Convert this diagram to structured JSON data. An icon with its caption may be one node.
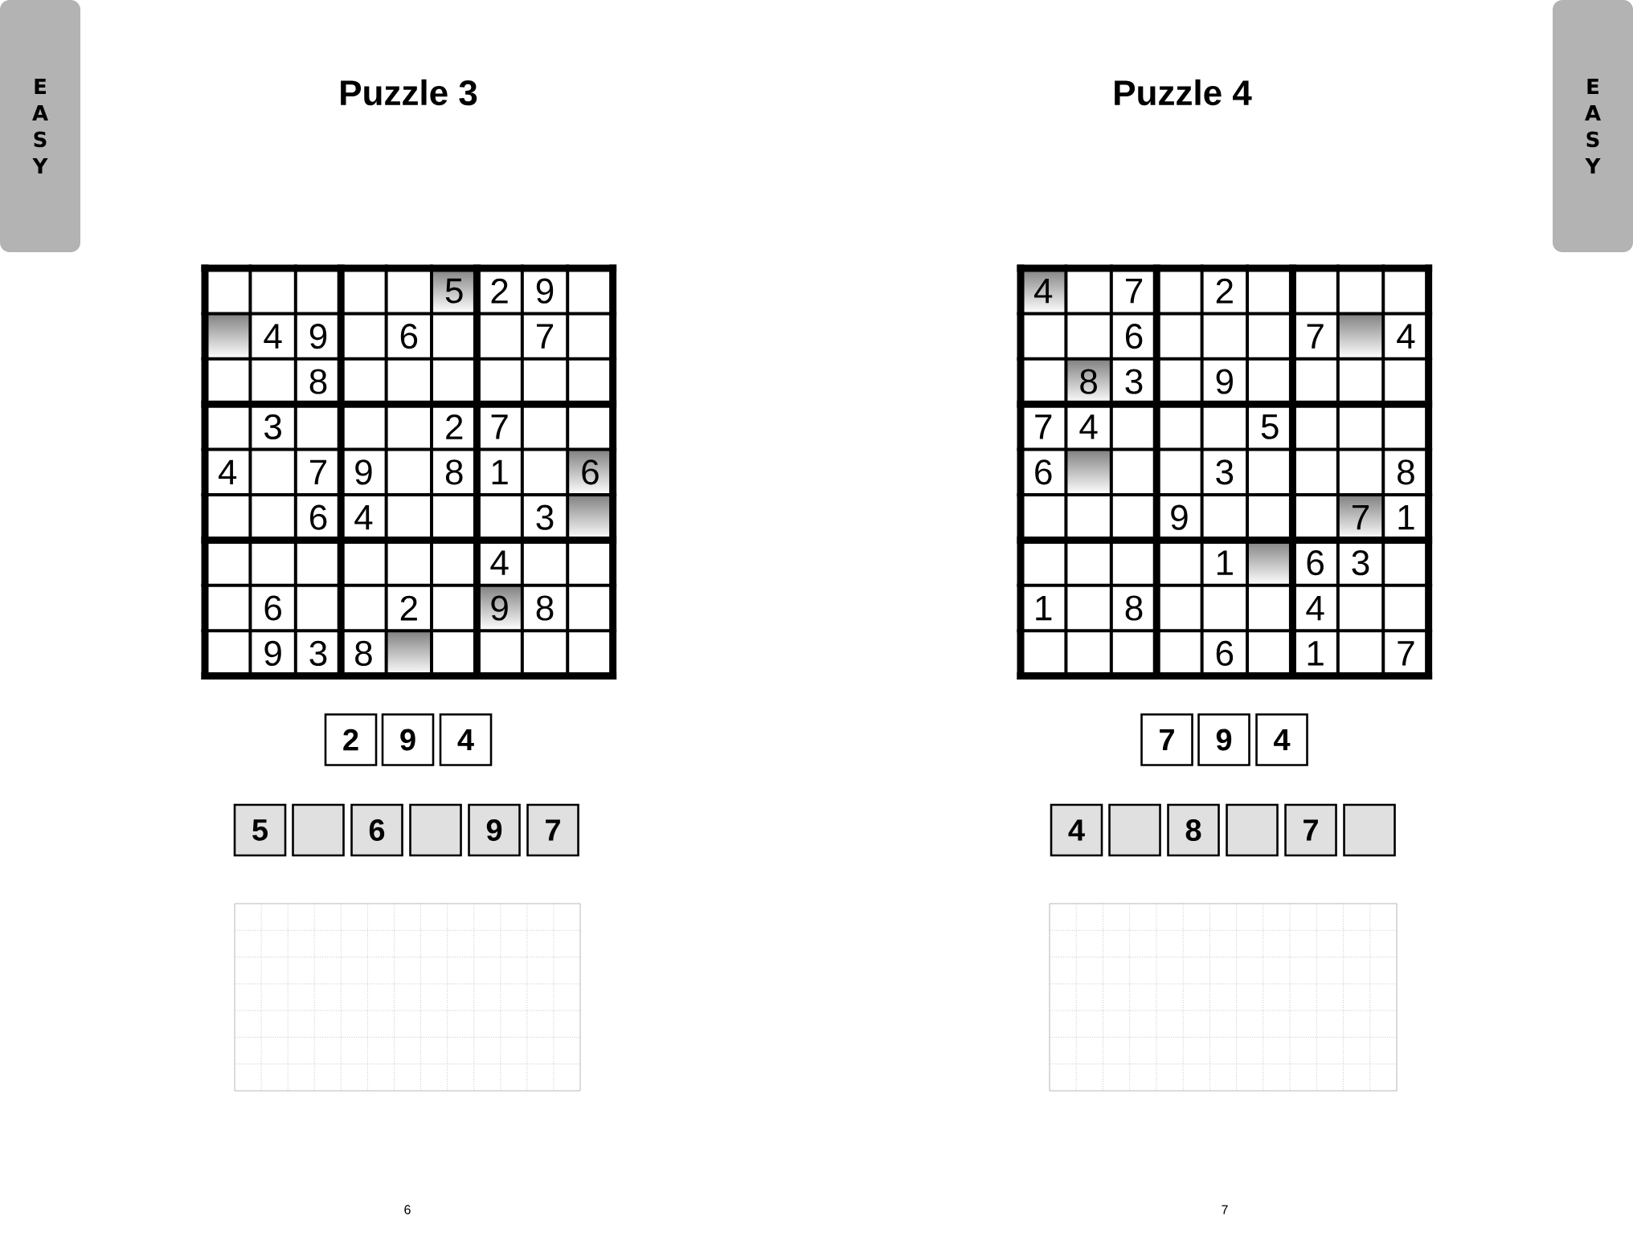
{
  "diagram": {
    "nodes": [
      {
        "text": [
          "E A S Y"
        ]
      },
      {
        "text": [
          "2"
        ]
      },
      {
        "text": [
          "9"
        ]
      },
      {
        "text": [
          "4"
        ]
      },
      {
        "text": [
          "5"
        ]
      },
      {
        "text": [],
        "shape": "box"
      },
      {
        "text": [
          "6"
        ]
      },
      {
        "text": [],
        "shape": "box"
      },
      {
        "text": [
          "9"
        ]
      },
      {
        "text": [
          "7"
        ]
      },
      {
        "text": [
          "7"
        ]
      },
      {
        "text": [
          "9"
        ]
      },
      {
        "text": [
          "4"
        ]
      },
      {
        "text": [
          "4"
        ]
      },
      {
        "text": [],
        "shape": "box"
      },
      {
        "text": [
          "8"
        ]
      },
      {
        "text": [],
        "shape": "box"
      },
      {
        "text": [
          "7"
        ]
      },
      {
        "text": [],
        "shape": "box"
      },
      {
        "text": [
          "E A S Y"
        ]
      }
    ],
    "labels": [
      "Puzzle 3",
      "5",
      "2",
      "9",
      "4",
      "9",
      "6",
      "7",
      "8",
      "3",
      "2",
      "7",
      "4",
      "7",
      "9",
      "8",
      "1",
      "6",
      "6",
      "4",
      "3",
      "4",
      "6",
      "2",
      "9",
      "8",
      "9",
      "3",
      "8",
      "6",
      "Puzzle 4",
      "4",
      "7",
      "2",
      "6",
      "7",
      "4",
      "8",
      "3",
      "9",
      "7",
      "4",
      "5",
      "6",
      "3",
      "8",
      "9",
      "7",
      "1",
      "1",
      "6",
      "3",
      "1",
      "8",
      "4",
      "6",
      "1",
      "7",
      "7"
    ]
  }
}
